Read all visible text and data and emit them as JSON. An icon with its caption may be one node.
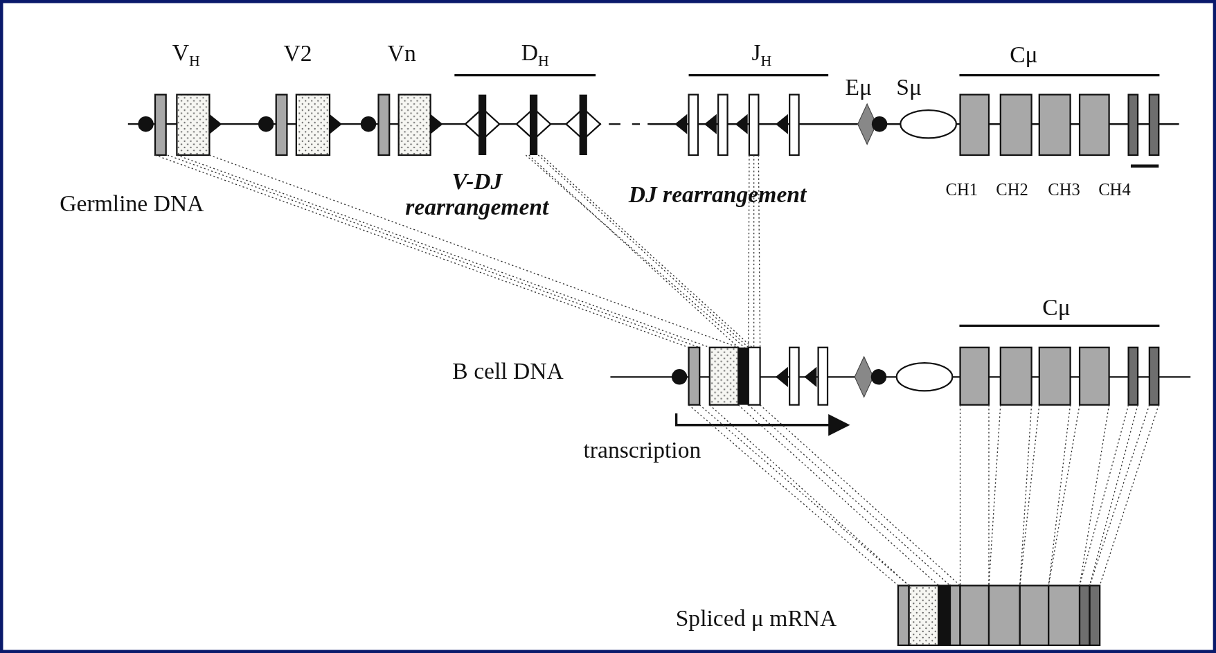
{
  "diagram": {
    "labels": [
      "V$_{H}$",
      "V2",
      "Vn",
      "D$_{H}$",
      "J$_{H}$",
      "Eμ",
      "Sμ",
      "Cμ",
      "V-DJ rearrangement",
      "Germline DNA",
      "DJ rearrangement",
      "CH1",
      "CH2",
      "CH3",
      "CH4",
      "Cμ",
      "B cell DNA",
      "transcription",
      "Spliced μ mRNA"
    ]
  }
}
